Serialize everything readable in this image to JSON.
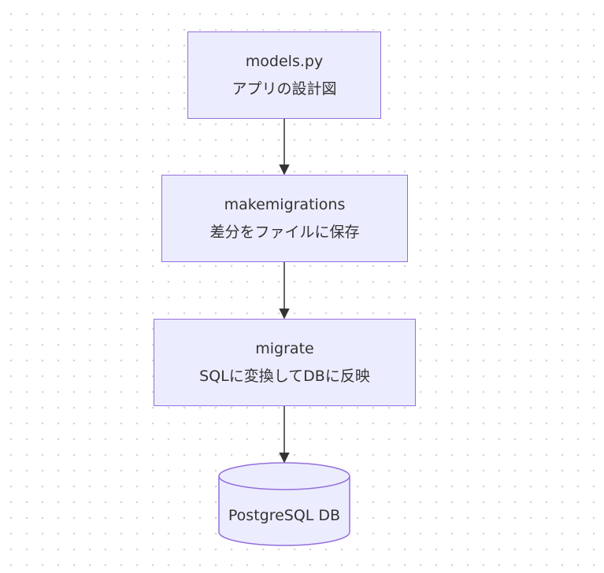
{
  "nodes": {
    "models": {
      "title": "models.py",
      "subtitle": "アプリの設計図"
    },
    "makemigrations": {
      "title": "makemigrations",
      "subtitle": "差分をファイルに保存"
    },
    "migrate": {
      "title": "migrate",
      "subtitle": "SQLに変換してDBに反映"
    },
    "database": {
      "label": "PostgreSQL DB"
    }
  },
  "edges": [
    {
      "from": "models",
      "to": "makemigrations"
    },
    {
      "from": "makemigrations",
      "to": "migrate"
    },
    {
      "from": "migrate",
      "to": "database"
    }
  ],
  "colors": {
    "node_fill": "#ececff",
    "node_stroke": "#9370db",
    "edge": "#333333",
    "text": "#333333"
  }
}
